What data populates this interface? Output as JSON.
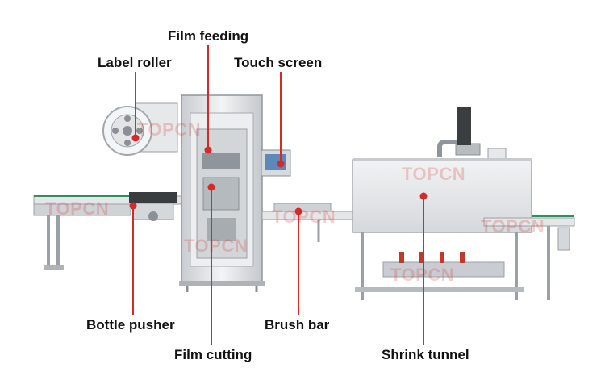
{
  "labels": {
    "film_feeding": "Film feeding",
    "label_roller": "Label roller",
    "touch_screen": "Touch screen",
    "bottle_pusher": "Bottle pusher",
    "brush_bar": "Brush bar",
    "film_cutting": "Film cutting",
    "shrink_tunnel": "Shrink tunnel"
  },
  "watermark": "TOPCN",
  "colors": {
    "callout": "#d42a2a",
    "steel": "#d9dcdf",
    "conveyor_belt": "#2f8f5f"
  }
}
